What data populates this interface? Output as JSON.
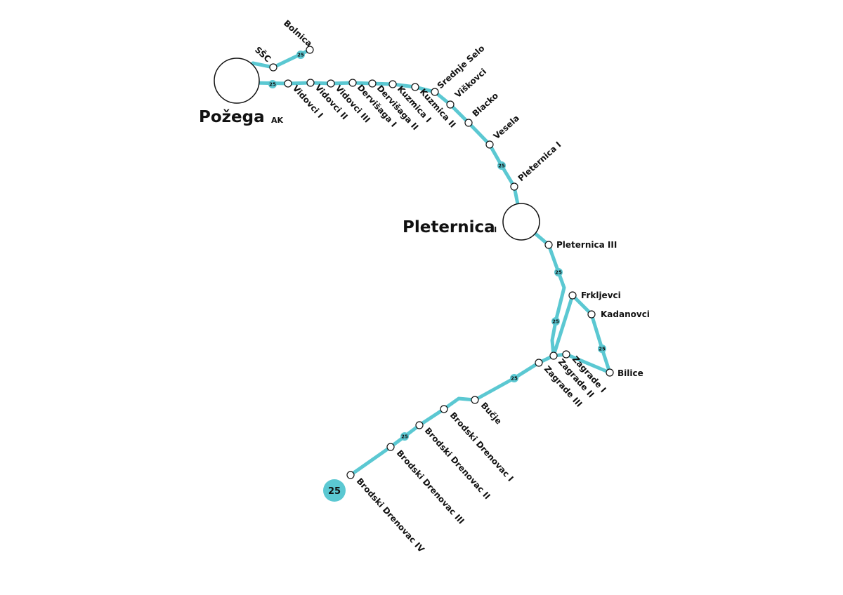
{
  "map": {
    "line_color": "#5bc8d2",
    "route_number": "25",
    "hubs": {
      "pozega": {
        "name": "Požega",
        "suffix": "AK"
      },
      "pleternica": {
        "name": "Pleternica",
        "suffix": "II"
      }
    },
    "stops": {
      "bolnica": "Bolnica",
      "ssc": "SŠC",
      "vidovci1": "Vidovci I",
      "vidovci2": "Vidovci II",
      "vidovci3": "Vidovci III",
      "dervisaga1": "Dervišaga I",
      "dervisaga2": "Dervišaga II",
      "kuzmica1": "Kuzmica I",
      "kuzmica2": "Kuzmica II",
      "srednje_selo": "Srednje Selo",
      "viskovci": "Viškovci",
      "blacko": "Blacko",
      "vesela": "Vesela",
      "pleternica1": "Pleternica I",
      "pleternica3": "Pleternica III",
      "frkljevci": "Frkljevci",
      "kadanovci": "Kadanovci",
      "bilice": "Bilice",
      "zagrade1": "Zagrade I",
      "zagrade2": "Zagrade II",
      "zagrade3": "Zagrade III",
      "bucje": "Bučje",
      "brodski1": "Brodski Drenovac I",
      "brodski2": "Brodski Drenovac II",
      "brodski3": "Brodski Drenovac III",
      "brodski4": "Brodski Drenovac IV"
    }
  }
}
